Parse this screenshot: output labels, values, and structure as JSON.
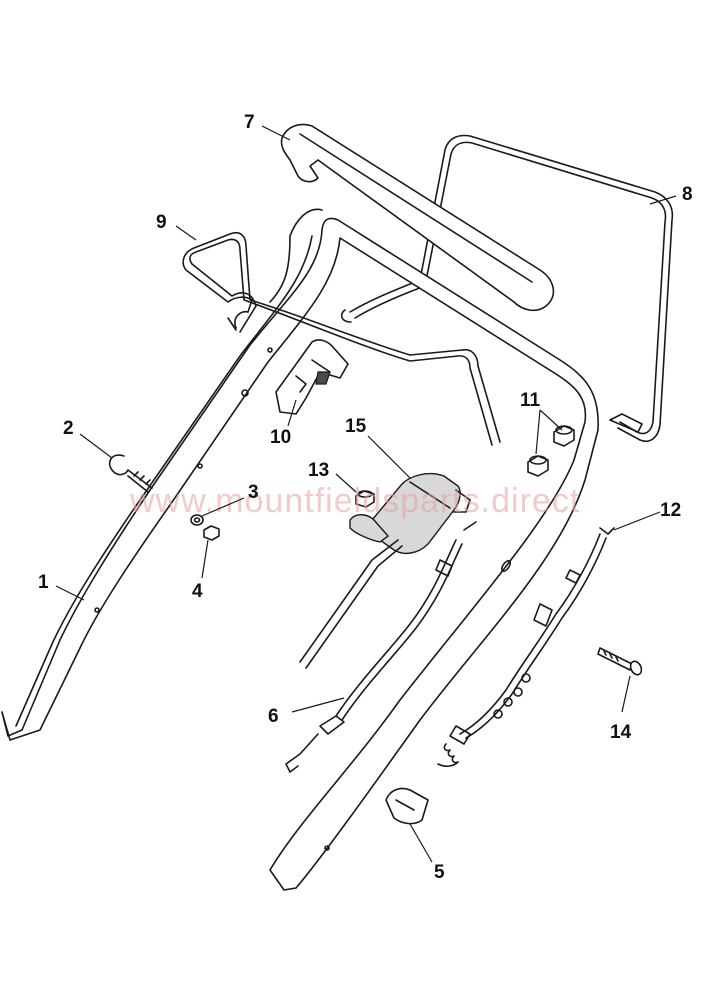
{
  "watermark": "www.mountfieldsparts.direct",
  "callouts": {
    "c1": "1",
    "c2": "2",
    "c3": "3",
    "c4": "4",
    "c5": "5",
    "c6": "6",
    "c7": "7",
    "c8": "8",
    "c9": "9",
    "c10": "10",
    "c11": "11",
    "c12": "12",
    "c13": "13",
    "c14": "14",
    "c15": "15"
  },
  "colors": {
    "line": "#1a1a1a",
    "watermark": "#e8a0a0",
    "background": "#ffffff"
  }
}
